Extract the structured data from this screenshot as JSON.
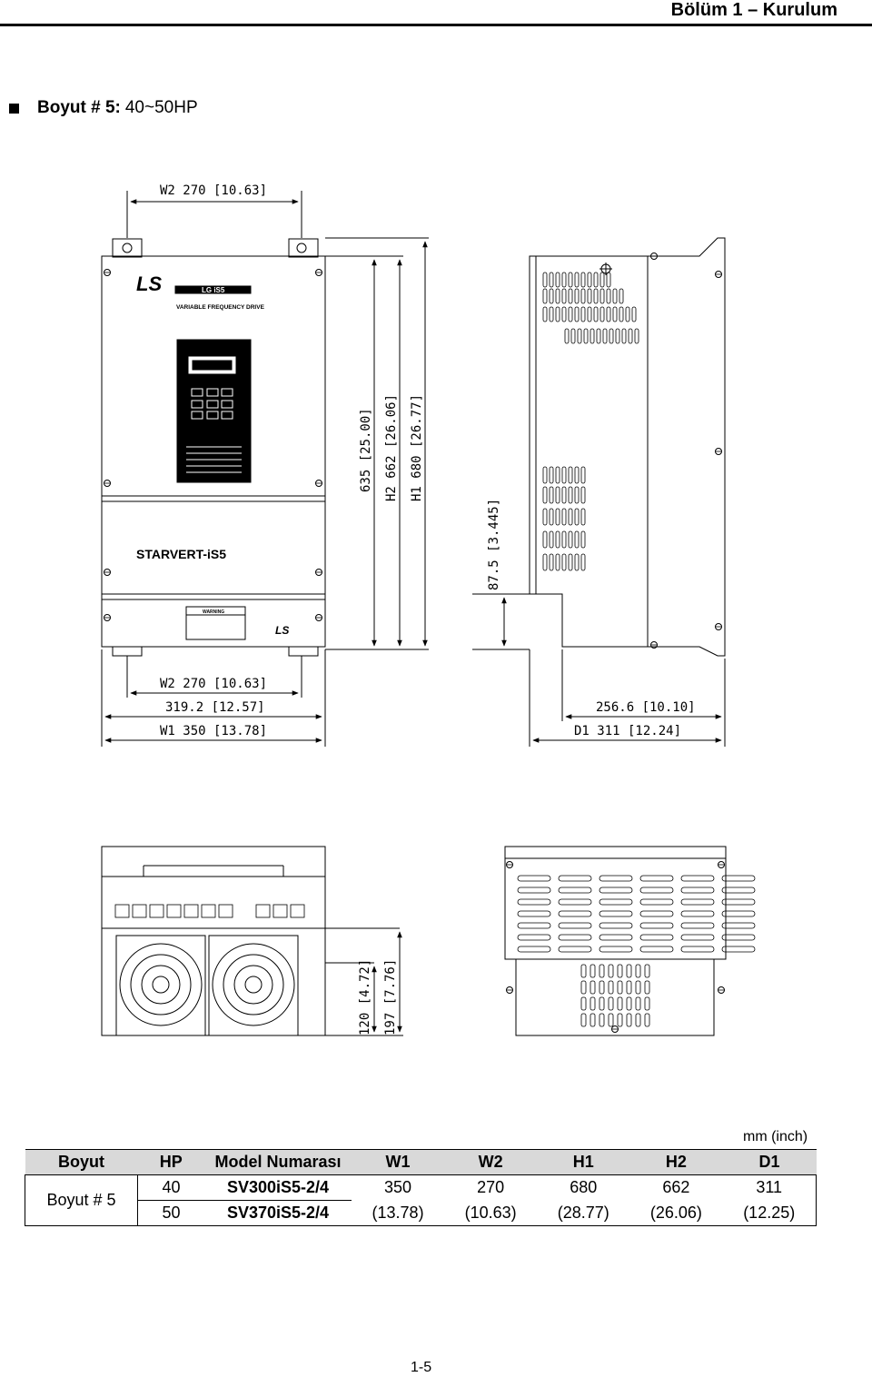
{
  "header": {
    "title": "Bölüm 1 – Kurulum"
  },
  "section": {
    "label_bold": "Boyut # 5:",
    "label_rest": "40~50HP"
  },
  "drawing": {
    "top_w2": "W2 270 [10.63]",
    "h_635": "635 [25.00]",
    "h2": "H2 662 [26.06]",
    "h1": "H1 680 [26.77]",
    "d_875": "87.5 [3.445]",
    "bot_w2": "W2 270 [10.63]",
    "w_3192": "319.2 [12.57]",
    "w1": "W1 350 [13.78]",
    "d_2566": "256.6 [10.10]",
    "d1": "D1 311 [12.24]",
    "d_120": "120 [4.72]",
    "d_197": "197 [7.76]",
    "brand": "STARVERT-iS5",
    "logo": "LS",
    "badge": "LG  iS5",
    "subtitle": "VARIABLE FREQUENCY DRIVE",
    "warning": "WARNING"
  },
  "table": {
    "unit": "mm (inch)",
    "headers": [
      "Boyut",
      "HP",
      "Model Numarası",
      "W1",
      "W2",
      "H1",
      "H2",
      "D1"
    ],
    "size": "Boyut # 5",
    "hp": [
      "40",
      "50"
    ],
    "models": [
      "SV300iS5-2/4",
      "SV370iS5-2/4"
    ],
    "dims_mm": [
      "350",
      "270",
      "680",
      "662",
      "311"
    ],
    "dims_inch": [
      "(13.78)",
      "(10.63)",
      "(28.77)",
      "(26.06)",
      "(12.25)"
    ]
  },
  "footer": {
    "page": "1-5"
  }
}
